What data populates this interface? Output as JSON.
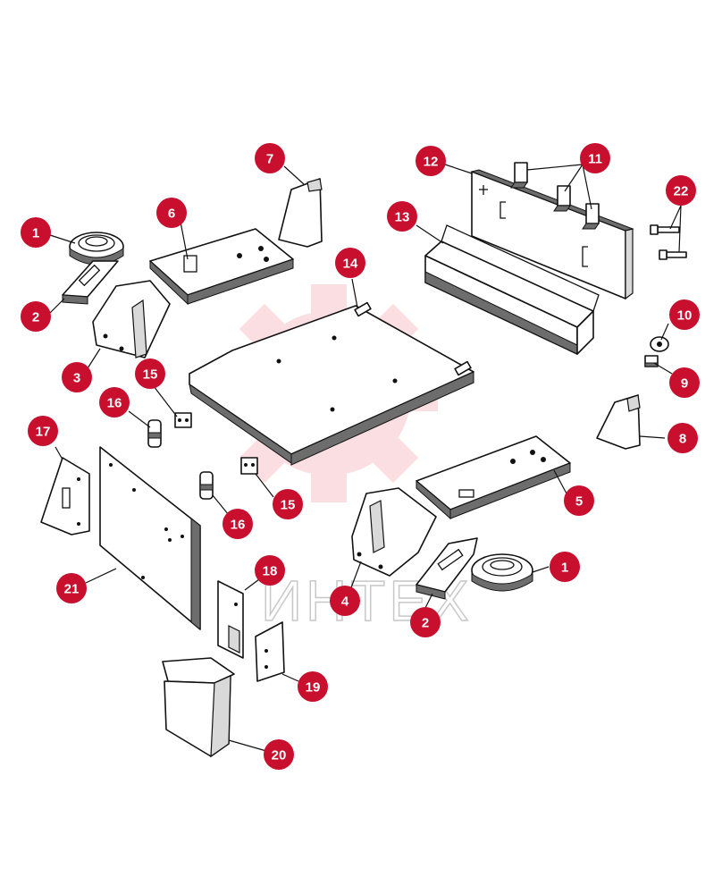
{
  "watermark": {
    "text": "ИНТЕХ",
    "color": "#f5b8bf"
  },
  "badge_color": "#c8102e",
  "callouts": [
    {
      "id": "c1a",
      "label": "1"
    },
    {
      "id": "c2a",
      "label": "2"
    },
    {
      "id": "c3",
      "label": "3"
    },
    {
      "id": "c6",
      "label": "6"
    },
    {
      "id": "c7",
      "label": "7"
    },
    {
      "id": "c12",
      "label": "12"
    },
    {
      "id": "c11",
      "label": "11"
    },
    {
      "id": "c22",
      "label": "22"
    },
    {
      "id": "c13",
      "label": "13"
    },
    {
      "id": "c14",
      "label": "14"
    },
    {
      "id": "c10",
      "label": "10"
    },
    {
      "id": "c9",
      "label": "9"
    },
    {
      "id": "c15a",
      "label": "15"
    },
    {
      "id": "c16a",
      "label": "16"
    },
    {
      "id": "c17",
      "label": "17"
    },
    {
      "id": "c8",
      "label": "8"
    },
    {
      "id": "c5",
      "label": "5"
    },
    {
      "id": "c15b",
      "label": "15"
    },
    {
      "id": "c16b",
      "label": "16"
    },
    {
      "id": "c21",
      "label": "21"
    },
    {
      "id": "c18",
      "label": "18"
    },
    {
      "id": "c4",
      "label": "4"
    },
    {
      "id": "c1b",
      "label": "1"
    },
    {
      "id": "c2b",
      "label": "2"
    },
    {
      "id": "c19",
      "label": "19"
    },
    {
      "id": "c20",
      "label": "20"
    }
  ]
}
